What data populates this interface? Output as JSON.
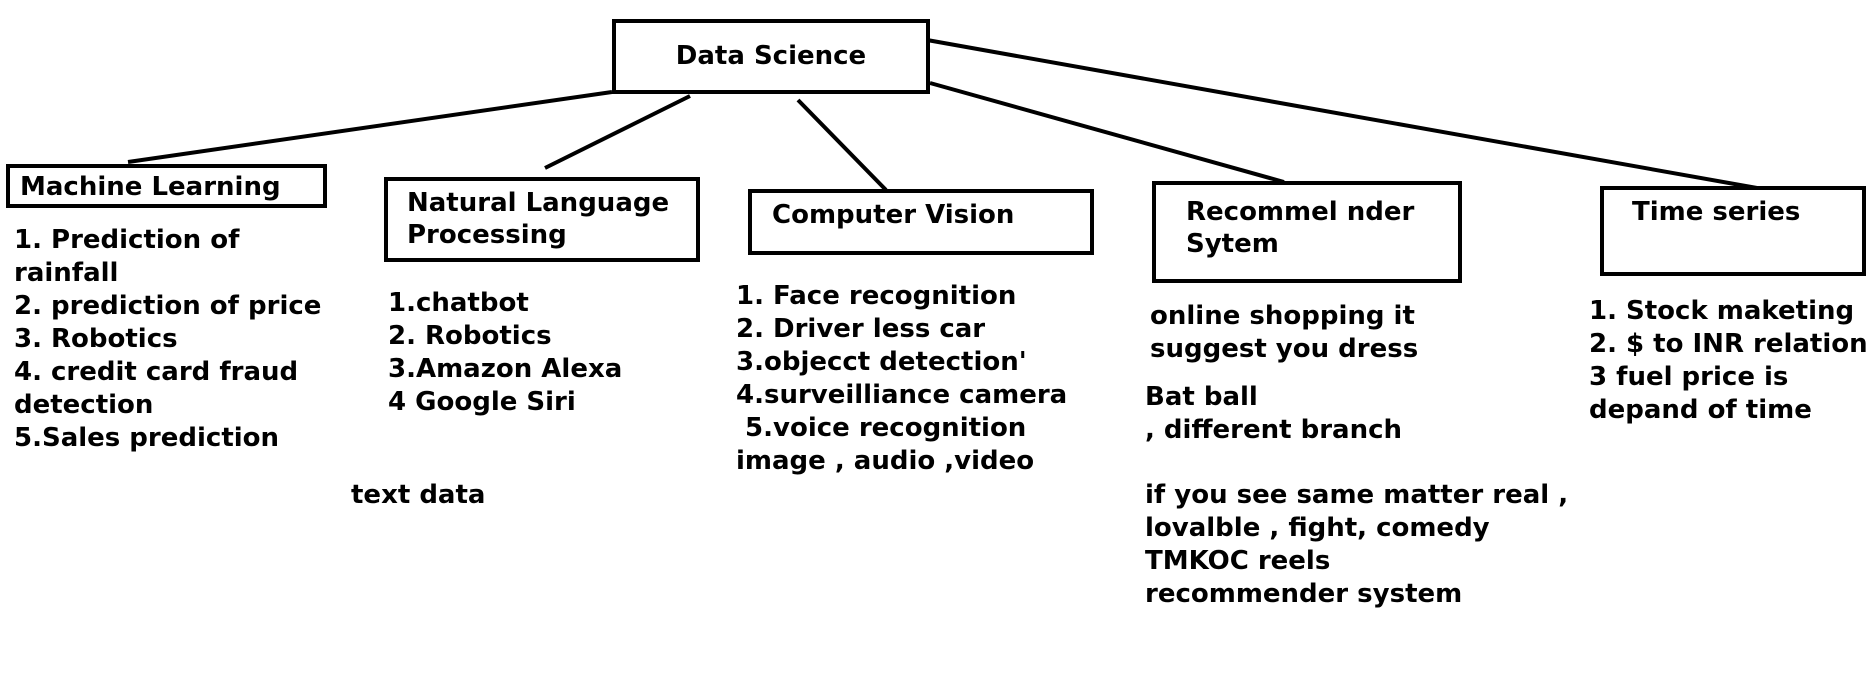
{
  "root": {
    "label": "Data Science"
  },
  "nodes": {
    "ml": {
      "label": "Machine Learning",
      "items": [
        "1. Prediction of",
        "rainfall",
        "2. prediction of price",
        "3. Robotics",
        "4. credit card fraud",
        "detection",
        "5.Sales prediction"
      ]
    },
    "nlp": {
      "label": "Natural Language\nProcessing",
      "items": [
        "1.chatbot",
        "2. Robotics",
        "3.Amazon Alexa",
        "4 Google Siri"
      ],
      "note": "text data"
    },
    "cv": {
      "label": "Computer Vision",
      "items": [
        "1. Face recognition",
        "2. Driver less car",
        "3.objecct detection'",
        "4.surveilliance camera",
        " 5.voice recognition",
        "image , audio ,video"
      ]
    },
    "rec": {
      "label": "Recommel nder\nSytem",
      "text1": [
        "online shopping it",
        "suggest you dress"
      ],
      "text2": [
        "Bat ball",
        ", different branch"
      ],
      "text3": [
        "if you see same matter real ,",
        "lovalble , fight, comedy",
        "TMKOC reels",
        "recommender system"
      ]
    },
    "ts": {
      "label": "Time series",
      "items": [
        "1. Stock maketing",
        "2. $ to INR relation",
        "3 fuel price is",
        "depand of time"
      ]
    }
  }
}
